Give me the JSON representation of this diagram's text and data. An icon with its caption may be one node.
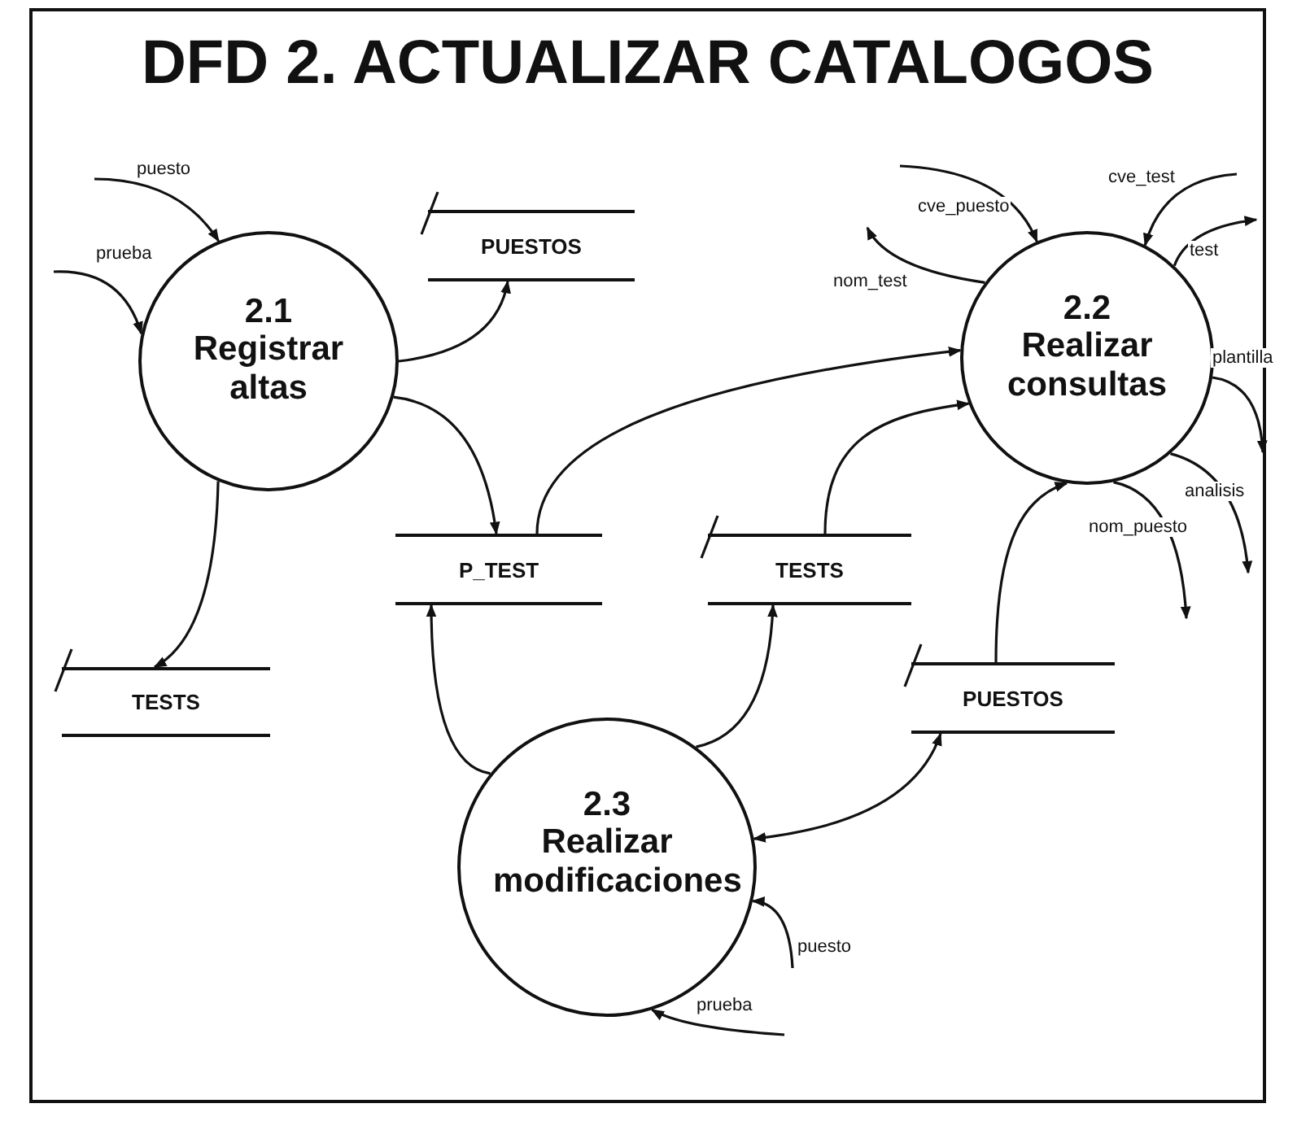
{
  "diagram": {
    "title": "DFD 2. ACTUALIZAR CATALOGOS",
    "nodes": [
      {
        "text": [
          "2.1",
          "Registrar altas"
        ]
      },
      {
        "text": [
          "PUESTOS"
        ]
      },
      {
        "text": [
          "2.2",
          "Realizar consultas"
        ]
      },
      {
        "text": [
          "P_TEST"
        ]
      },
      {
        "text": [
          "TESTS"
        ]
      },
      {
        "text": [
          "TESTS"
        ]
      },
      {
        "text": [
          "PUESTOS"
        ]
      },
      {
        "text": [
          "2.3",
          "Realizar modificaciones"
        ]
      }
    ],
    "edges": [
      {
        "from": null,
        "to": 0,
        "arrow": "to",
        "label": "puesto"
      },
      {
        "from": null,
        "to": 0,
        "arrow": "to",
        "label": "prueba"
      },
      {
        "from": 0,
        "to": 1,
        "arrow": "to"
      },
      {
        "from": 0,
        "to": 3,
        "arrow": "to"
      },
      {
        "from": 0,
        "to": 5,
        "arrow": "to"
      },
      {
        "from": 3,
        "to": 2,
        "arrow": "to"
      },
      {
        "from": 4,
        "to": 2,
        "arrow": "to"
      },
      {
        "from": 6,
        "to": 2,
        "arrow": "to"
      },
      {
        "from": null,
        "to": 2,
        "arrow": "to",
        "label": "cve_puesto"
      },
      {
        "from": null,
        "to": 2,
        "arrow": "to",
        "label": "cve_test"
      },
      {
        "from": 2,
        "to": null,
        "arrow": "to",
        "label": "test"
      },
      {
        "from": 2,
        "to": null,
        "arrow": "to",
        "label": "nom_test"
      },
      {
        "from": 2,
        "to": null,
        "arrow": "to",
        "label": "plantilla"
      },
      {
        "from": 2,
        "to": null,
        "arrow": "to",
        "label": "analisis"
      },
      {
        "from": 2,
        "to": null,
        "arrow": "to",
        "label": "nom_puesto"
      },
      {
        "from": 7,
        "to": 3,
        "arrow": "to"
      },
      {
        "from": 7,
        "to": 4,
        "arrow": "to"
      },
      {
        "from": 6,
        "to": 7,
        "arrow": "both"
      },
      {
        "from": null,
        "to": 7,
        "arrow": "to",
        "label": "puesto"
      },
      {
        "from": null,
        "to": 7,
        "arrow": "to",
        "label": "prueba"
      }
    ]
  }
}
